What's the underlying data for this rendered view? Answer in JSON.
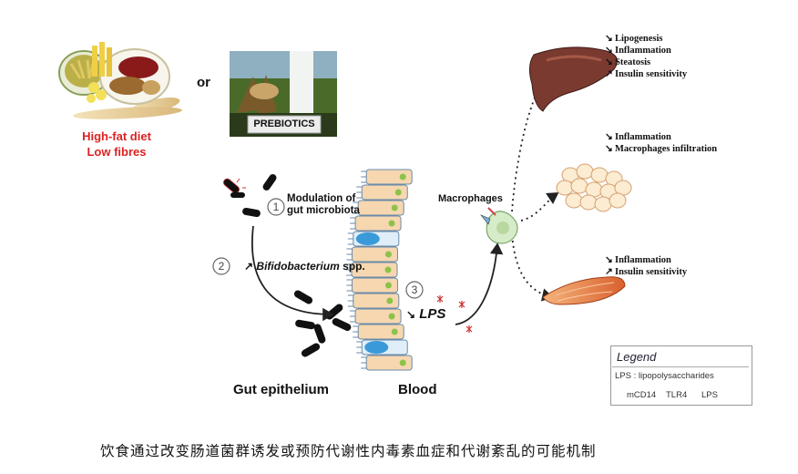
{
  "diet": {
    "line1": "High-fat diet",
    "line2": "Low fibres",
    "or": "or",
    "prebiotics": "PREBIOTICS"
  },
  "steps": [
    {
      "num": "1",
      "label_line1": "Modulation of",
      "label_line2": "gut microbiota"
    },
    {
      "num": "2",
      "arrow": "↗",
      "label": "Bifidobacterium",
      "label_suffix": " spp."
    },
    {
      "num": "3",
      "arrow": "↘",
      "label": "LPS"
    }
  ],
  "labels": {
    "macrophages": "Macrophages",
    "gut_epithelium": "Gut epithelium",
    "blood": "Blood"
  },
  "effects": {
    "liver": [
      {
        "arrow": "↘",
        "text": "Lipogenesis"
      },
      {
        "arrow": "↘",
        "text": "Inflammation"
      },
      {
        "arrow": "↘",
        "text": "Steatosis"
      },
      {
        "arrow": "↗",
        "text": "Insulin sensitivity"
      }
    ],
    "adipose": [
      {
        "arrow": "↘",
        "text": "Inflammation"
      },
      {
        "arrow": "↘",
        "text": "Macrophages infiltration"
      }
    ],
    "muscle": [
      {
        "arrow": "↘",
        "text": "Inflammation"
      },
      {
        "arrow": "↗",
        "text": "Insulin sensitivity"
      }
    ]
  },
  "legend": {
    "title": "Legend",
    "subtitle": "LPS : lipopolysaccharides",
    "items": [
      "mCD14",
      "TLR4",
      "LPS"
    ]
  },
  "caption": "饮食通过改变肠道菌群诱发或预防代谢性内毒素血症和代谢紊乱的可能机制",
  "colors": {
    "diet_text": "#dd2222",
    "cell_fill": "#f6d7b0",
    "cell_blue": "#3a9ad9",
    "nucleus": "#8bc34a",
    "liver": "#7a3a30",
    "muscle": "#e08050",
    "adipose": "#f8e0c0"
  }
}
